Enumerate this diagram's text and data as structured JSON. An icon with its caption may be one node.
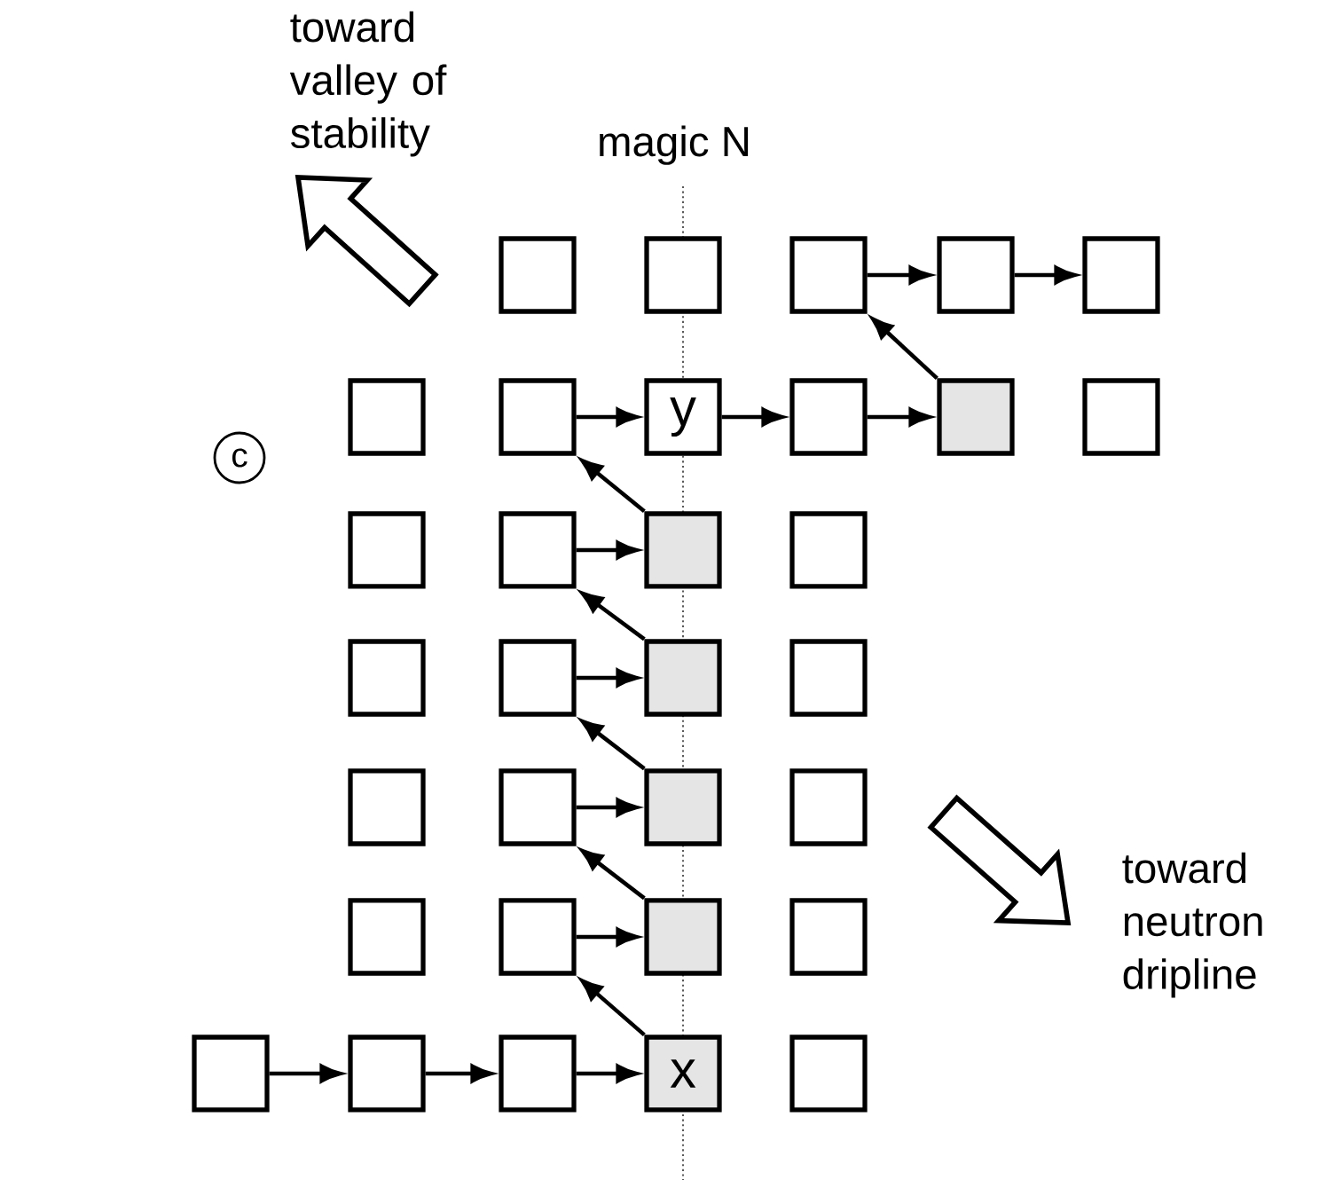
{
  "diagram": {
    "nodes": [
      {
        "text": [],
        "shape": "box"
      },
      {
        "text": [],
        "shape": "box"
      },
      {
        "text": [],
        "shape": "box"
      },
      {
        "text": [],
        "shape": "box"
      },
      {
        "text": [],
        "shape": "box"
      },
      {
        "text": [],
        "shape": "box"
      },
      {
        "text": [],
        "shape": "box"
      },
      {
        "text": [
          "y"
        ]
      },
      {
        "text": [],
        "shape": "box"
      },
      {
        "text": [],
        "shape": "box"
      },
      {
        "text": [],
        "shape": "box"
      },
      {
        "text": [],
        "shape": "box"
      },
      {
        "text": [],
        "shape": "box"
      },
      {
        "text": [],
        "shape": "box"
      },
      {
        "text": [],
        "shape": "box"
      },
      {
        "text": [],
        "shape": "box"
      },
      {
        "text": [],
        "shape": "box"
      },
      {
        "text": [],
        "shape": "box"
      },
      {
        "text": [],
        "shape": "box"
      },
      {
        "text": [],
        "shape": "box"
      },
      {
        "text": [],
        "shape": "box"
      },
      {
        "text": [],
        "shape": "box"
      },
      {
        "text": [],
        "shape": "box"
      },
      {
        "text": [],
        "shape": "box"
      },
      {
        "text": [],
        "shape": "box"
      },
      {
        "text": [],
        "shape": "box"
      },
      {
        "text": [],
        "shape": "box"
      },
      {
        "text": [],
        "shape": "box"
      },
      {
        "text": [],
        "shape": "box"
      },
      {
        "text": [],
        "shape": "box"
      },
      {
        "text": [
          "x"
        ]
      },
      {
        "text": [],
        "shape": "box"
      }
    ],
    "edges": [
      {
        "from": 27,
        "to": 28,
        "arrow": "to"
      },
      {
        "from": 28,
        "to": 29,
        "arrow": "to"
      },
      {
        "from": 29,
        "to": 30,
        "arrow": "to"
      },
      {
        "from": 30,
        "to": 24,
        "arrow": "to"
      },
      {
        "from": 24,
        "to": 25,
        "arrow": "to"
      },
      {
        "from": 25,
        "to": 20,
        "arrow": "to"
      },
      {
        "from": 20,
        "to": 21,
        "arrow": "to"
      },
      {
        "from": 21,
        "to": 16,
        "arrow": "to"
      },
      {
        "from": 16,
        "to": 17,
        "arrow": "to"
      },
      {
        "from": 17,
        "to": 12,
        "arrow": "to"
      },
      {
        "from": 12,
        "to": 13,
        "arrow": "to"
      },
      {
        "from": 13,
        "to": 6,
        "arrow": "to"
      },
      {
        "from": 6,
        "to": 7,
        "arrow": "to"
      },
      {
        "from": 7,
        "to": 8,
        "arrow": "to"
      },
      {
        "from": 8,
        "to": 9,
        "arrow": "to"
      },
      {
        "from": 9,
        "to": 2,
        "arrow": "to"
      },
      {
        "from": 2,
        "to": 3,
        "arrow": "to"
      },
      {
        "from": 3,
        "to": 4,
        "arrow": "to"
      }
    ],
    "labels": [
      "toward valley of stability",
      "magic N",
      "c",
      "toward neutron dripline"
    ]
  }
}
